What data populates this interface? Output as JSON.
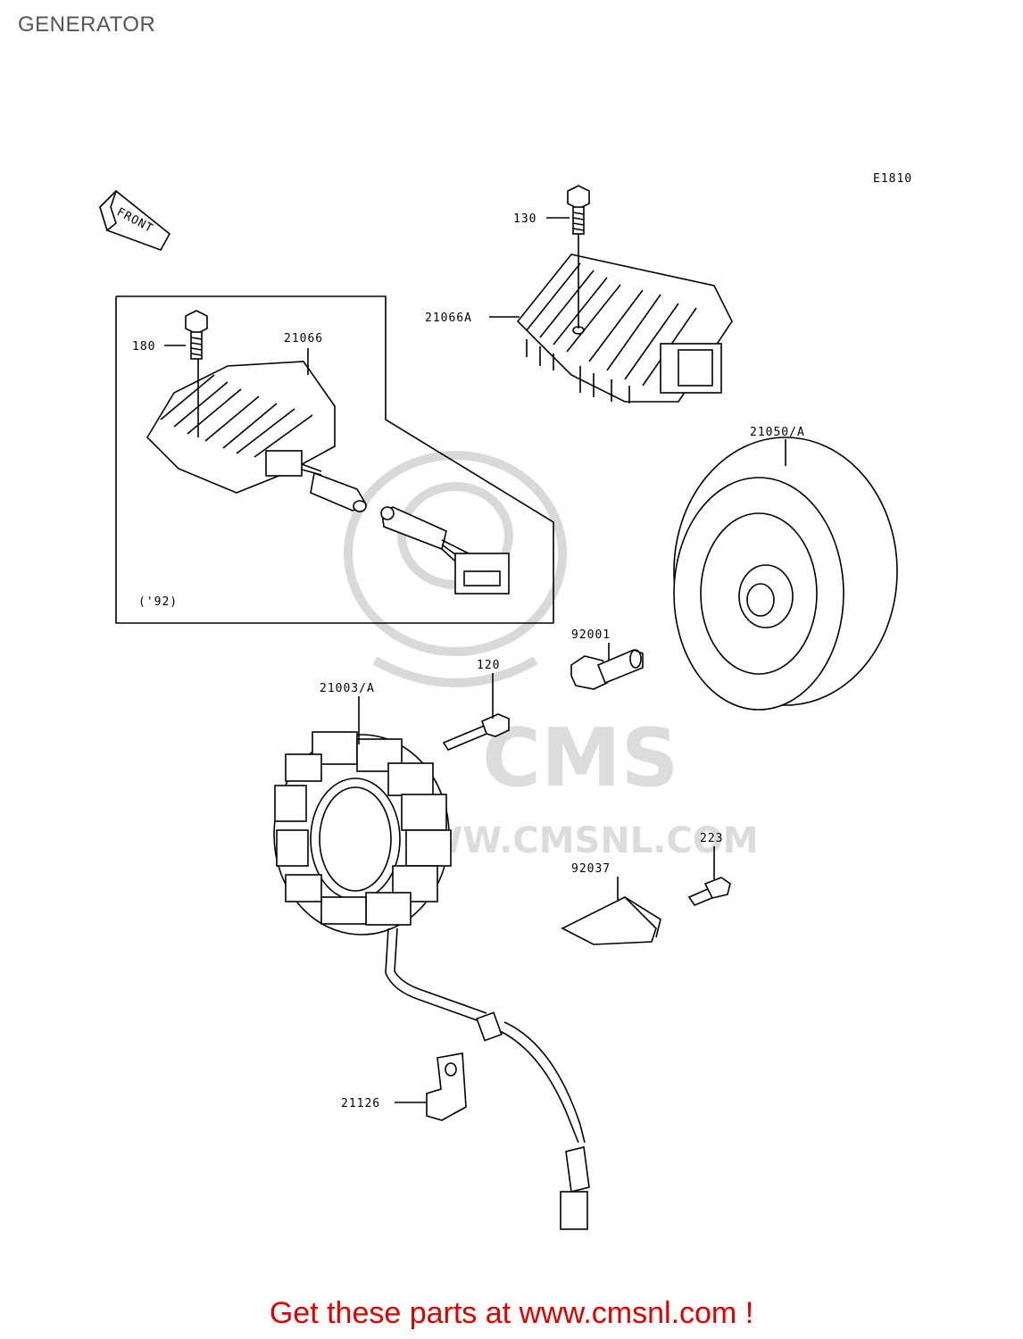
{
  "title": "GENERATOR",
  "diagram_code": "E1810",
  "front_label": "FRONT",
  "year_note": "('92)",
  "parts": [
    {
      "id": "130"
    },
    {
      "id": "21066A"
    },
    {
      "id": "180"
    },
    {
      "id": "21066"
    },
    {
      "id": "21050/A"
    },
    {
      "id": "92001"
    },
    {
      "id": "120"
    },
    {
      "id": "21003/A"
    },
    {
      "id": "223"
    },
    {
      "id": "92037"
    },
    {
      "id": "21126"
    }
  ],
  "watermark": {
    "brand": "CMS",
    "url": "WWW.CMSNL.COM"
  },
  "footer": "Get these parts at www.cmsnl.com !",
  "colors": {
    "footer": "#e00000",
    "title": "#555555",
    "watermark": "#dcdcdc"
  }
}
